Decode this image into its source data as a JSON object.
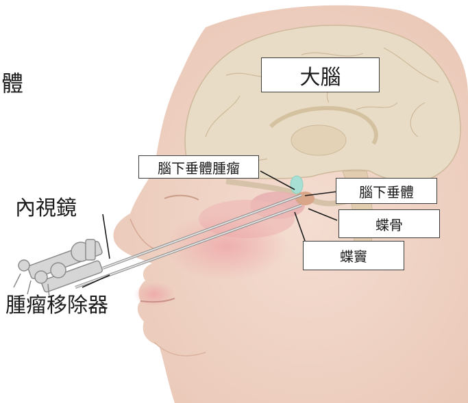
{
  "labels": {
    "partial_left": "體",
    "brain": "大腦",
    "pituitary_adenoma": "腦下垂體腫瘤",
    "pituitary_gland": "腦下垂體",
    "sphenoid_bone": "蝶骨",
    "sphenoid_sinus": "蝶竇",
    "endoscope": "內視鏡",
    "tumor_remover": "腫瘤移除器"
  },
  "colors": {
    "skin": "#efd3c5",
    "skin_shadow": "#e3b9a6",
    "brain": "#e9dcc6",
    "brain_line": "#cdb99a",
    "tumor": "#a8dfd4",
    "sinus": "#e7aeb0",
    "instrument": "#b5b5b5"
  }
}
